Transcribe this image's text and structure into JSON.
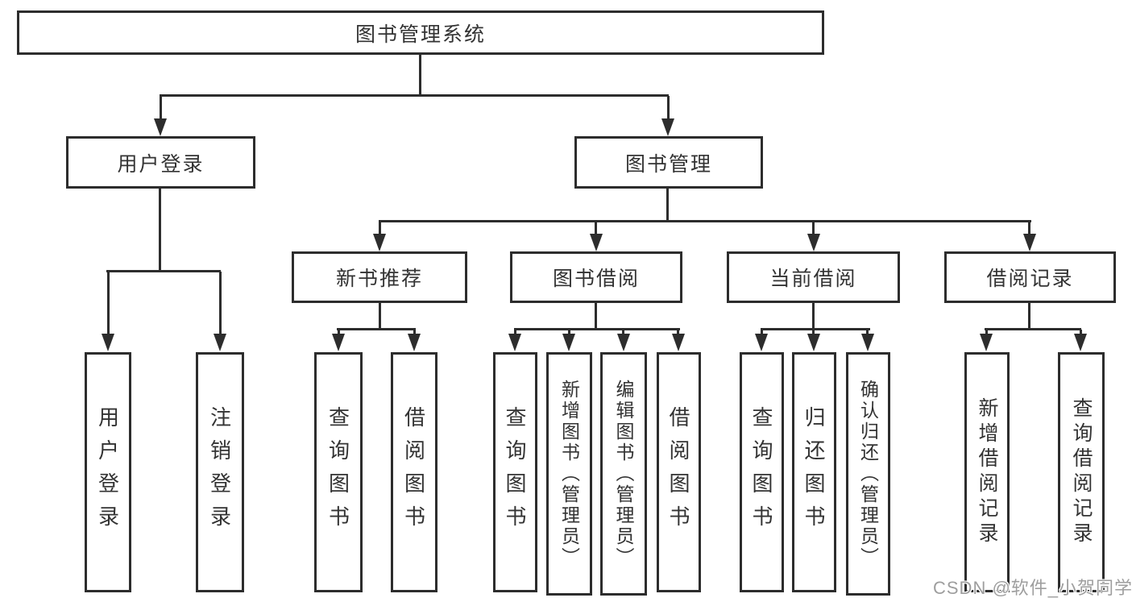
{
  "nodes": {
    "root": {
      "label": "图书管理系统"
    },
    "user_login": {
      "label": "用户登录"
    },
    "book_manage": {
      "label": "图书管理"
    },
    "new_book": {
      "label": "新书推荐"
    },
    "book_borrow": {
      "label": "图书借阅"
    },
    "current_borrow": {
      "label": "当前借阅"
    },
    "borrow_record": {
      "label": "借阅记录"
    }
  },
  "leaves": {
    "user_login": [
      "用户登录",
      "注销登录"
    ],
    "new_book": [
      "查询图书",
      "借阅图书"
    ],
    "book_borrow": [
      "查询图书",
      "新增图书（管理员）",
      "编辑图书（管理员）",
      "借阅图书"
    ],
    "current_borrow": [
      "查询图书",
      "归还图书",
      "确认归还（管理员）"
    ],
    "borrow_record": [
      "新增借阅记录",
      "查询借阅记录"
    ]
  },
  "watermark": {
    "text": "CSDN @软件_小贺同学"
  },
  "colors": {
    "line": "#2d2d2d",
    "text": "#333333",
    "watermark": "#9e9e9e",
    "background": "#ffffff"
  }
}
